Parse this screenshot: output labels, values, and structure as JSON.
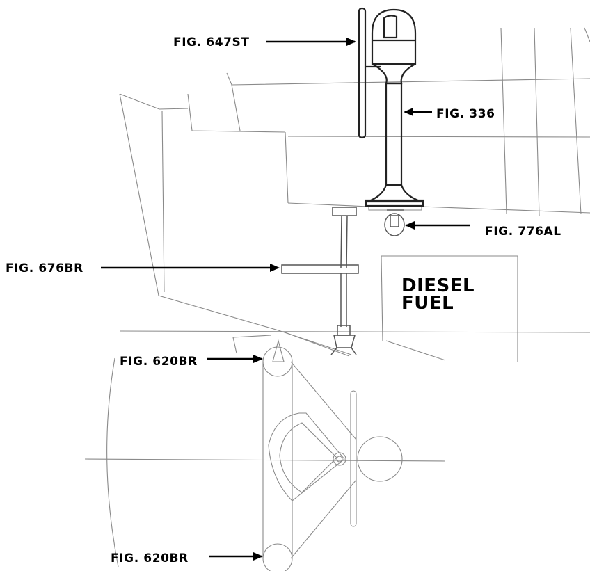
{
  "labels": {
    "fig_647st": "FIG. 647ST",
    "fig_336": "FIG. 336",
    "fig_776al": "FIG. 776AL",
    "fig_676br": "FIG. 676BR",
    "fig_620br_upper": "FIG. 620BR",
    "fig_620br_lower": "FIG. 620BR",
    "diesel_line1": "DIESEL",
    "diesel_line2": "FUEL"
  },
  "colors": {
    "linework": "#8a8a8a",
    "hardware": "#222222",
    "text": "#000000",
    "background": "#ffffff"
  }
}
